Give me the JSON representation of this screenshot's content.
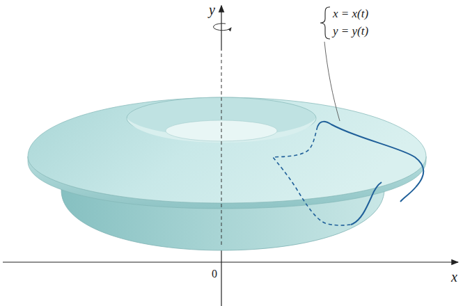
{
  "diagram": {
    "labels": [
      "y",
      "x",
      "0",
      "x = x(t)",
      "y = y(t)"
    ]
  }
}
